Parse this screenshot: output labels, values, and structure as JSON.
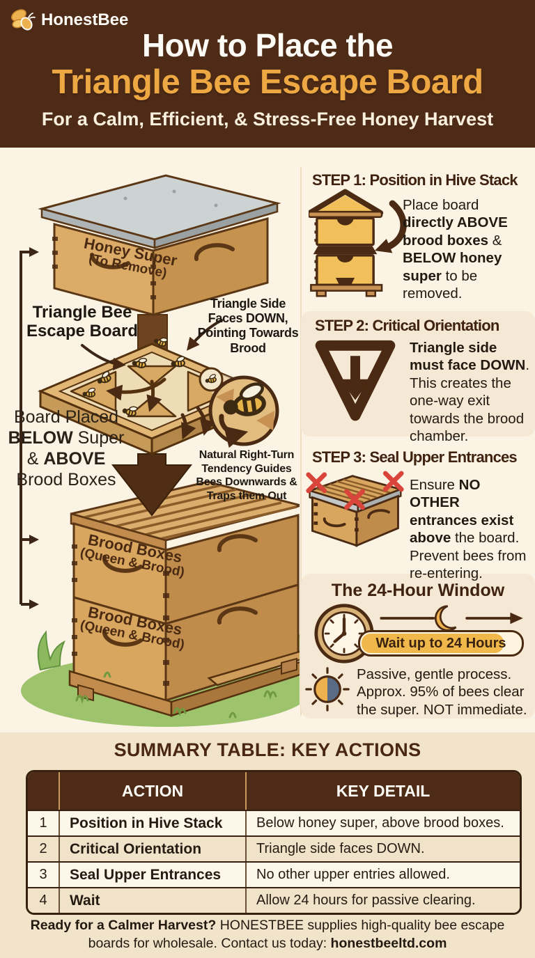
{
  "brand": {
    "name": "HonestBee"
  },
  "header": {
    "title_line1": "How to Place the",
    "title_line2": "Triangle Bee Escape Board",
    "subtitle": "For a Calm, Efficient, & Stress-Free Honey Harvest"
  },
  "colors": {
    "header_bg": "#4e2b16",
    "accent_gold": "#eea843",
    "cream_bg": "#fbf3e4",
    "card_tan": "#f5e8d4",
    "band_tan": "#f2e4cb",
    "dark_brown": "#4a2a12",
    "red_x": "#d9453a",
    "pill_gold": "#f0b84a"
  },
  "diagram": {
    "honey_super_line1": "Honey Super",
    "honey_super_line2": "(To Remove)",
    "escape_board_label": "Triangle Bee\nEscape Board",
    "triangle_side_label": "Triangle Side\nFaces DOWN,\nPointing Towards\nBrood",
    "board_placement": [
      {
        "t": "Board Placed\n"
      },
      {
        "t": "BELOW",
        "b": true
      },
      {
        "t": " Super\n& "
      },
      {
        "t": "ABOVE",
        "b": true
      },
      {
        "t": "\nBrood Boxes"
      }
    ],
    "right_turn_note": "Natural Right-Turn\nTendency Guides\nBees Downwards &\nTraps them Out",
    "brood_upper_line1": "Brood Boxes",
    "brood_upper_line2": "(Queen & Brood)",
    "brood_lower_line1": "Brood Boxes",
    "brood_lower_line2": "(Queen & Brood)"
  },
  "steps": [
    {
      "title": "STEP 1: Position in Hive Stack",
      "icon": "hive-stack-icon",
      "text": [
        {
          "t": "Place board\n"
        },
        {
          "t": "directly ABOVE\nbrood boxes",
          "b": true
        },
        {
          "t": " &\n"
        },
        {
          "t": "BELOW honey\nsuper",
          "b": true
        },
        {
          "t": " to be\nremoved."
        }
      ]
    },
    {
      "title": "STEP 2: Critical Orientation",
      "icon": "triangle-down-icon",
      "text": [
        {
          "t": "Triangle side\nmust face DOWN",
          "b": true
        },
        {
          "t": ". This creates the\none-way exit\ntowards the brood\nchamber."
        }
      ]
    },
    {
      "title": "STEP 3: Seal Upper Entrances",
      "icon": "sealed-box-icon",
      "text": [
        {
          "t": "Ensure "
        },
        {
          "t": "NO OTHER\nentrances exist\nabove",
          "b": true
        },
        {
          "t": " the board.\nPrevent bees from\nre-entering."
        }
      ]
    }
  ],
  "window24": {
    "title": "The 24-Hour Window",
    "pill_label": "Wait up to 24 Hours",
    "note": "Passive, gentle process.\nApprox. 95% of bees clear\nthe super. NOT immediate."
  },
  "summary": {
    "heading": "SUMMARY TABLE: KEY ACTIONS",
    "col_action": "ACTION",
    "col_detail": "KEY DETAIL",
    "rows": [
      {
        "num": "1",
        "action": "Position in Hive Stack",
        "detail": "Below honey super, above brood boxes."
      },
      {
        "num": "2",
        "action": "Critical Orientation",
        "detail": "Triangle side faces DOWN."
      },
      {
        "num": "3",
        "action": "Seal Upper Entrances",
        "detail": "No other upper entries allowed."
      },
      {
        "num": "4",
        "action": "Wait",
        "detail": "Allow 24 hours for passive clearing."
      }
    ]
  },
  "footer": [
    {
      "t": "Ready for a Calmer Harvest?",
      "b": true
    },
    {
      "t": " HONESTBEE supplies high-quality bee escape\nboards for wholesale. Contact us today: "
    },
    {
      "t": "honestbeeltd.com",
      "b": true
    }
  ]
}
